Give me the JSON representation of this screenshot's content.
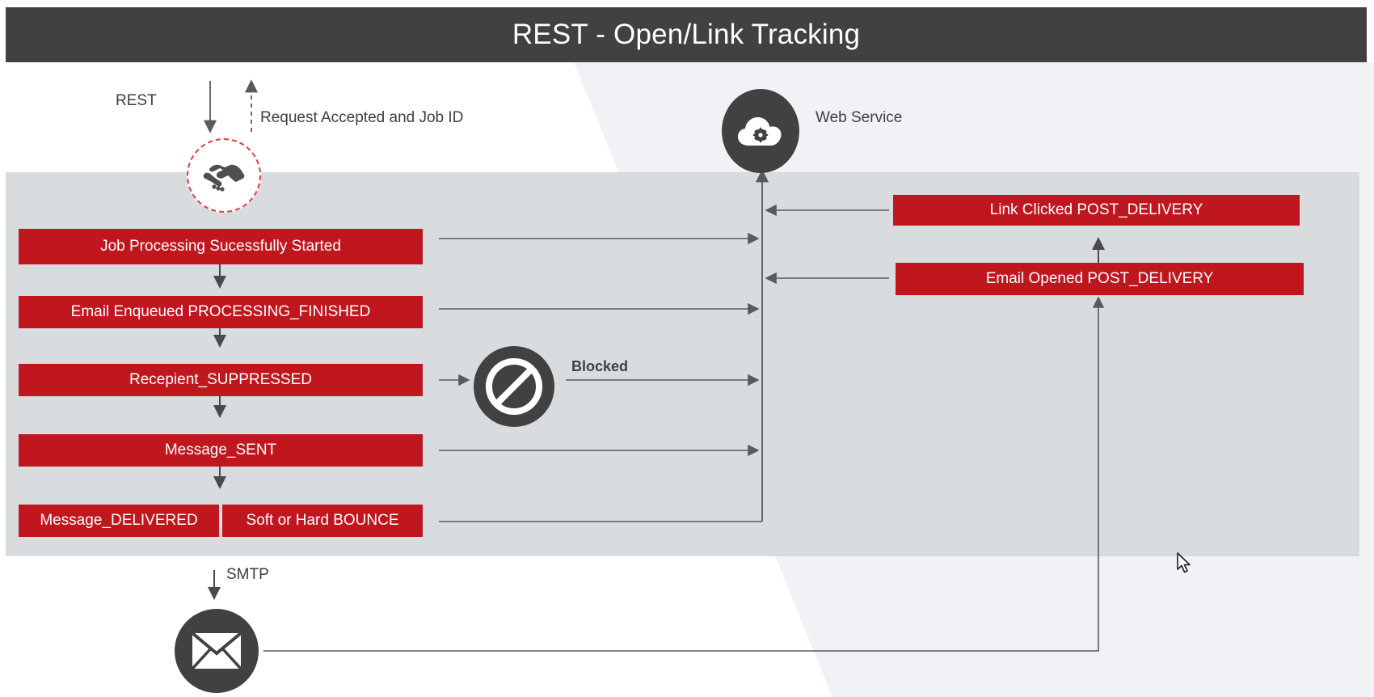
{
  "header": {
    "title": "REST - Open/Link Tracking",
    "bar_color": "#414141",
    "text_color": "#ffffff"
  },
  "theme": {
    "red": "#c0171f",
    "dark": "#414141",
    "band_gray": "#d9dcdf",
    "panel_gray": "#f1f2f6",
    "white": "#ffffff",
    "wire": "#5a5a5a",
    "dashed_red": "#e23b42"
  },
  "labels": {
    "rest": "REST",
    "request_accepted": "Request Accepted and Job ID",
    "web_service": "Web Service",
    "blocked": "Blocked",
    "smtp": "SMTP"
  },
  "icons": {
    "handshake": "handshake-icon",
    "cloud_gear": "cloud-gear-icon",
    "blocked": "blocked-icon",
    "envelope": "envelope-icon",
    "cursor": "mouse-cursor"
  },
  "pipeline": {
    "steps": [
      {
        "id": "job-processing-started",
        "label": "Job Processing Sucessfully Started"
      },
      {
        "id": "email-enqueued",
        "label": "Email Enqueued PROCESSING_FINISHED"
      },
      {
        "id": "recipient-suppressed",
        "label": "Recepient_SUPPRESSED"
      },
      {
        "id": "message-sent",
        "label": "Message_SENT"
      }
    ],
    "outcomes": [
      {
        "id": "message-delivered",
        "label": "Message_DELIVERED"
      },
      {
        "id": "soft-or-hard-bounce",
        "label": "Soft or Hard BOUNCE"
      }
    ]
  },
  "webhooks": {
    "events": [
      {
        "id": "link-clicked",
        "label": "Link Clicked POST_DELIVERY"
      },
      {
        "id": "email-opened",
        "label": "Email Opened POST_DELIVERY"
      }
    ]
  }
}
